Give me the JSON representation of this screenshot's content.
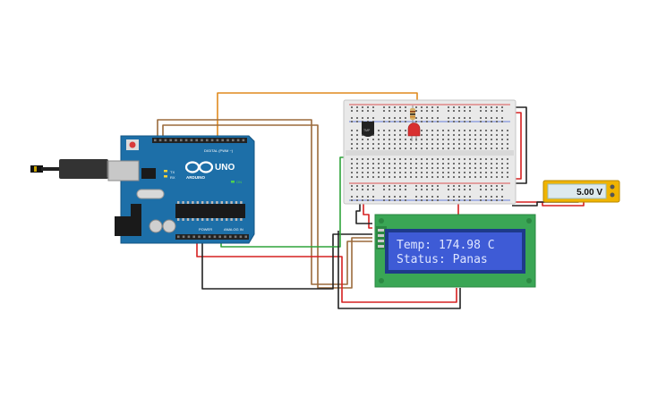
{
  "colors": {
    "board": "#1d6fa8",
    "board_dark": "#135483",
    "lcd_pcb": "#3aa655",
    "lcd_screen": "#3e5bd6",
    "lcd_text": "#dfe6ff",
    "breadboard": "#e9e9e9",
    "wire_orange": "#e08a1e",
    "wire_brown": "#9b6a3c",
    "wire_red": "#d62020",
    "wire_black": "#222222",
    "wire_green": "#2fa33a",
    "led": "#d83030",
    "meter_frame": "#f0b400",
    "meter_screen": "#dde9ee"
  },
  "arduino": {
    "brand": "ARDUINO",
    "model": "UNO",
    "digital_label": "DIGITAL (PWM ~)",
    "power_label": "POWER",
    "analog_label": "ANALOG IN",
    "tx_label": "TX",
    "rx_label": "RX",
    "on_label": "ON"
  },
  "lcd": {
    "line1": "Temp: 174.98 C",
    "line2": "Status: Panas"
  },
  "voltmeter": {
    "reading": "5.00 V"
  },
  "icons": {
    "usb": "usb-plug-icon",
    "power_jack": "dc-jack-icon",
    "sensor": "temperature-sensor-icon",
    "led": "led-icon",
    "resistor": "resistor-icon"
  }
}
